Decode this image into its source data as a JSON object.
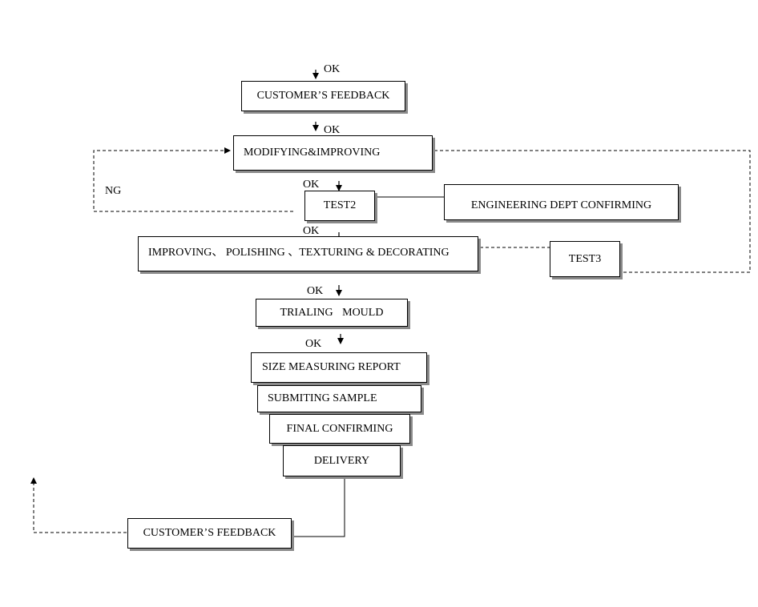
{
  "nodes": {
    "customer_feedback_top": "CUSTOMER’S FEEDBACK",
    "modifying_improving": "MODIFYING&IMPROVING",
    "test2": "TEST2",
    "engineering_confirming": "ENGINEERING DEPT CONFIRMING",
    "improving_polishing": "IMPROVING、 POLISHING 、TEXTURING & DECORATING",
    "test3": "TEST3",
    "trialing_mould": "TRIALING MOULD",
    "size_measuring_report": "SIZE MEASURING REPORT",
    "submiting_sample": "SUBMITING SAMPLE",
    "final_confirming": "FINAL CONFIRMING",
    "delivery": "DELIVERY",
    "customer_feedback_bottom": "CUSTOMER’S FEEDBACK"
  },
  "labels": {
    "ok_top": "OK",
    "ok_modifying": "OK",
    "ok_test2": "OK",
    "ok_improving": "OK",
    "ok_trialing": "OK",
    "ok_size": "OK",
    "ng": "NG"
  }
}
